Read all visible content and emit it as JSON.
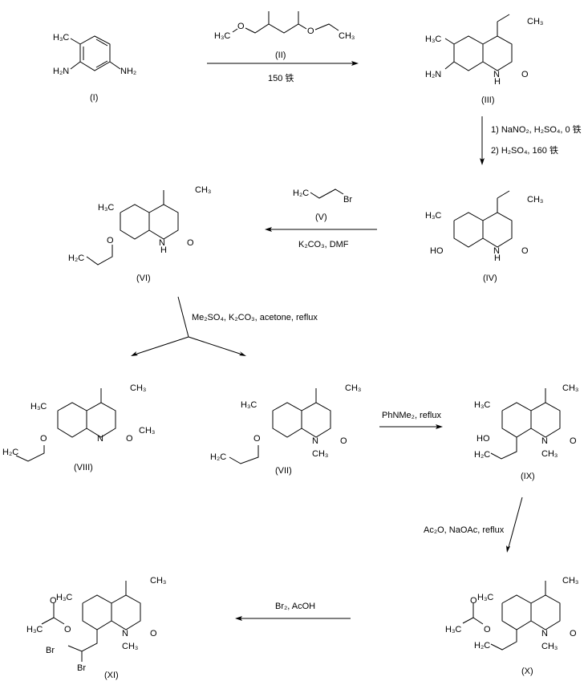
{
  "title": "Synthesis scheme",
  "compounds": {
    "I": {
      "label": "(I)",
      "atoms": [
        "H3C",
        "H2N",
        "NH2"
      ]
    },
    "II": {
      "label": "(II)"
    },
    "III": {
      "label": "(III)"
    },
    "IV": {
      "label": "(IV)"
    },
    "V": {
      "label": "(V)"
    },
    "VI": {
      "label": "(VI)"
    },
    "VII": {
      "label": "(VII)"
    },
    "VIII": {
      "label": "(VIII)"
    },
    "IX": {
      "label": "(IX)"
    },
    "X": {
      "label": "(X)"
    },
    "XI": {
      "label": "(XI)"
    }
  },
  "reagents": {
    "step1": "150 铁",
    "step2a": "1) NaNO₂, H₂SO₄, 0 铁",
    "step2b": "2) H₂SO₄, 160 铁",
    "step3": "K₂CO₃, DMF",
    "step4": "Me₂SO₄, K₂CO₃, acetone, reflux",
    "step5": "PhNMe₂, reflux",
    "step6": "Ac₂O, NaOAc, reflux",
    "step7": "Br₂, AcOH"
  },
  "atoms": {
    "H3C": "H₃C",
    "CH3": "CH₃",
    "H2N": "H₂N",
    "NH2": "NH₂",
    "H2C": "H₂C",
    "O": "O",
    "N": "N",
    "H": "H",
    "HO": "HO",
    "Br": "Br"
  }
}
